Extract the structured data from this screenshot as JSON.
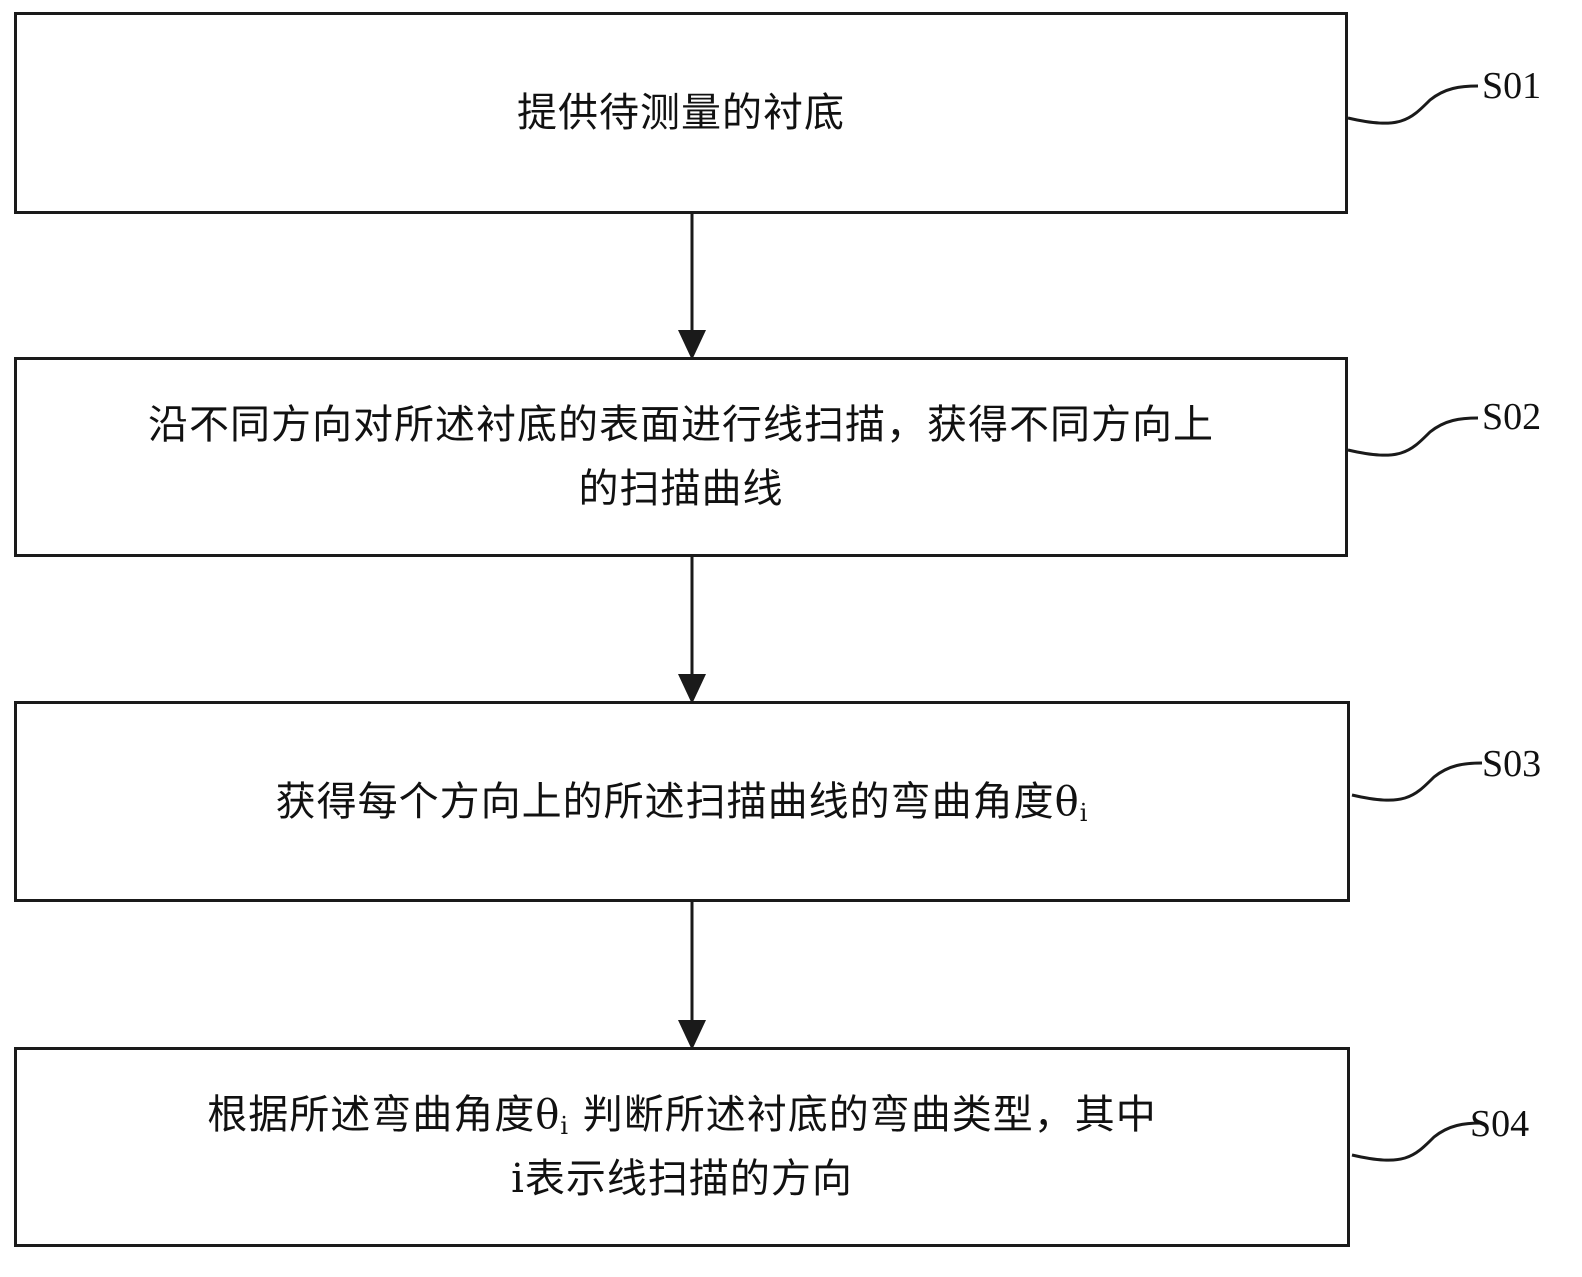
{
  "steps": [
    {
      "label": "S01",
      "lines": [
        {
          "text": "提供待测量的衬底",
          "sub": "",
          "rest": ""
        }
      ]
    },
    {
      "label": "S02",
      "lines": [
        {
          "text": "沿不同方向对所述衬底的表面进行线扫描，获得不同方向上",
          "sub": "",
          "rest": ""
        },
        {
          "text": "的扫描曲线",
          "sub": "",
          "rest": ""
        }
      ]
    },
    {
      "label": "S03",
      "lines": [
        {
          "text": "获得每个方向上的所述扫描曲线的弯曲角度θ",
          "sub": "i",
          "rest": ""
        }
      ]
    },
    {
      "label": "S04",
      "lines": [
        {
          "text": "根据所述弯曲角度θ",
          "sub": "i",
          "rest": "判断所述衬底的弯曲类型，其中"
        },
        {
          "text": "i表示线扫描的方向",
          "sub": "",
          "rest": ""
        }
      ]
    }
  ]
}
